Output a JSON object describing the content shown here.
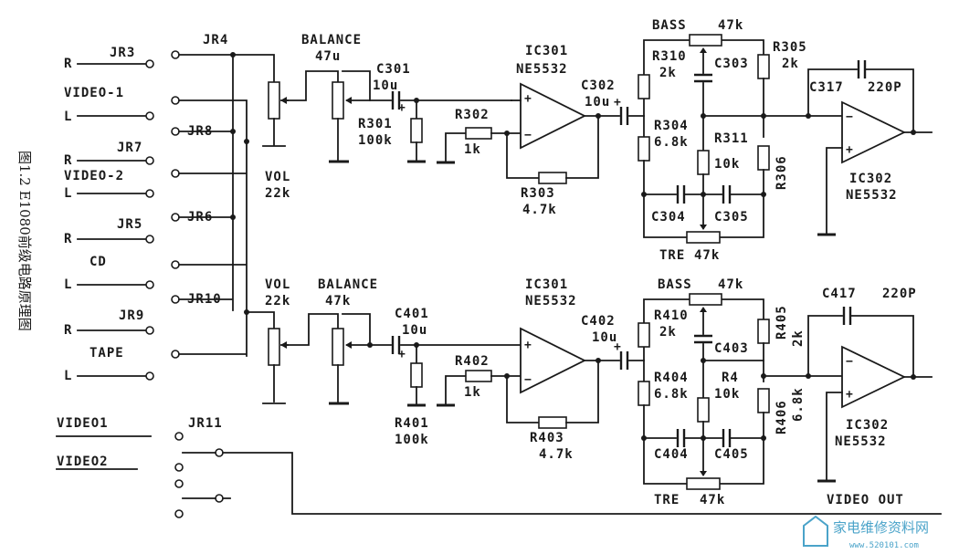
{
  "caption": "图1.2 E1080前级电路原理图",
  "watermark": {
    "text": "家电维修资料网",
    "url": "www.520101.com",
    "color": "#4aa3c9"
  },
  "inputs": {
    "r1": "R",
    "video1": "VIDEO-1",
    "l1": "L",
    "r2": "R",
    "video2": "VIDEO-2",
    "l2": "L",
    "r3": "R",
    "cd": "CD",
    "l3": "L",
    "r4": "R",
    "tape": "TAPE",
    "l4": "L"
  },
  "jumpers": {
    "jr3": "JR3",
    "jr4": "JR4",
    "jr8": "JR8",
    "jr7": "JR7",
    "jr5": "JR5",
    "jr6": "JR6",
    "jr10": "JR10",
    "jr9": "JR9",
    "jr11": "JR11"
  },
  "video_select": {
    "video01": "VIDEO1",
    "video02": "VIDEO2",
    "video_out": "VIDEO OUT"
  },
  "upper": {
    "balance": "BALANCE",
    "balance_val": "47u",
    "c301": "C301",
    "c301_val": "10u",
    "r301": "R301",
    "r301_val": "100k",
    "vol": "VOL",
    "vol_val": "22k",
    "r302": "R302",
    "r302_val": "1k",
    "ic301": "IC301",
    "ic301_type": "NE5532",
    "r303": "R303",
    "r303_val": "4.7k",
    "c302": "C302",
    "c302_val": "10u",
    "bass": "BASS",
    "bass_val": "47k",
    "r310": "R310",
    "r310_val": "2k",
    "c303": "C303",
    "r305": "R305",
    "r305_val": "2k",
    "r304": "R304",
    "r304_val": "6.8k",
    "r311": "R311",
    "r311_val": "10k",
    "r306": "R306",
    "c304": "C304",
    "c305": "C305",
    "tre": "TRE",
    "tre_val": "47k",
    "c317": "C317",
    "c317_val": "220P",
    "ic302": "IC302",
    "ic302_type": "NE5532"
  },
  "lower": {
    "vol": "VOL",
    "vol_val": "22k",
    "balance": "BALANCE",
    "balance_val": "47k",
    "ic301": "IC301",
    "ic301_type": "NE5532",
    "c401": "C401",
    "c401_val": "10u",
    "r401": "R401",
    "r401_val": "100k",
    "r402": "R402",
    "r402_val": "1k",
    "r403": "R403",
    "r403_val": "4.7k",
    "c402": "C402",
    "c402_val": "10u",
    "bass": "BASS",
    "bass_val": "47k",
    "r410": "R410",
    "r410_val": "2k",
    "c403": "C403",
    "r405": "R405",
    "r405_val": "2k",
    "r404": "R404",
    "r404_val": "6.8k",
    "r4": "R4",
    "r4_val": "10k",
    "r406": "R406",
    "r406_val": "6.8k",
    "c404": "C404",
    "c405": "C405",
    "tre": "TRE",
    "tre_val": "47k",
    "c417": "C417",
    "c417_val": "220P",
    "ic302": "IC302",
    "ic302_type": "NE5532"
  }
}
